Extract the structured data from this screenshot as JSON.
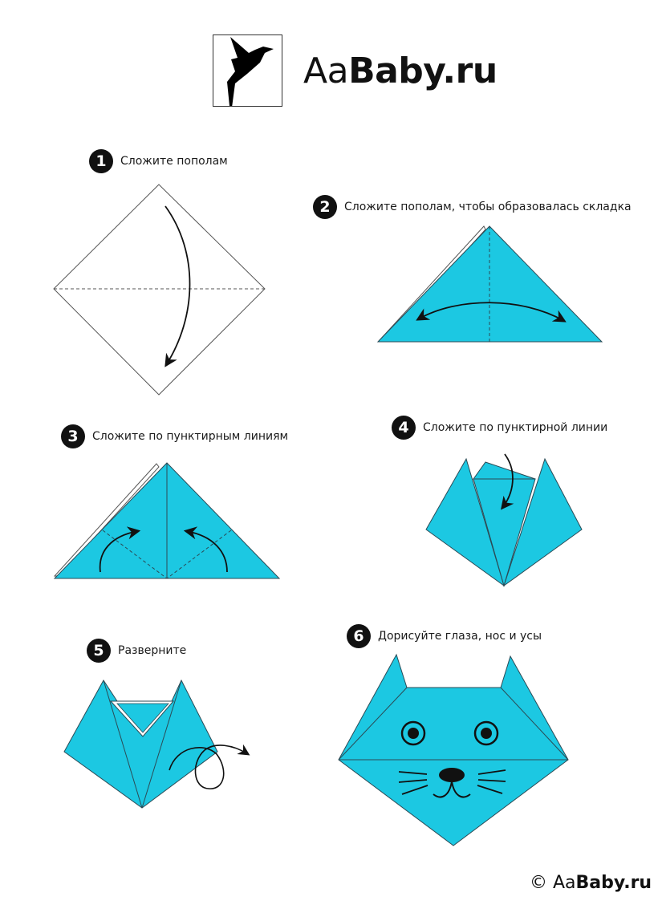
{
  "brand": {
    "name_light": "Aa",
    "name_bold": "Baby.ru",
    "copyright_symbol": "©",
    "logo_icon": "origami-bird-icon"
  },
  "colors": {
    "paper": "#1cc8e2",
    "line": "#2b4a55",
    "ink": "#111111"
  },
  "steps": [
    {
      "number": "1",
      "text": "Сложите пополам"
    },
    {
      "number": "2",
      "text": "Сложите пополам, чтобы образовалась складка"
    },
    {
      "number": "3",
      "text": "Сложите по пунктирным линиям"
    },
    {
      "number": "4",
      "text": "Сложите по пунктирной линии"
    },
    {
      "number": "5",
      "text": "Разверните"
    },
    {
      "number": "6",
      "text": "Дорисуйте глаза, нос и усы"
    }
  ]
}
